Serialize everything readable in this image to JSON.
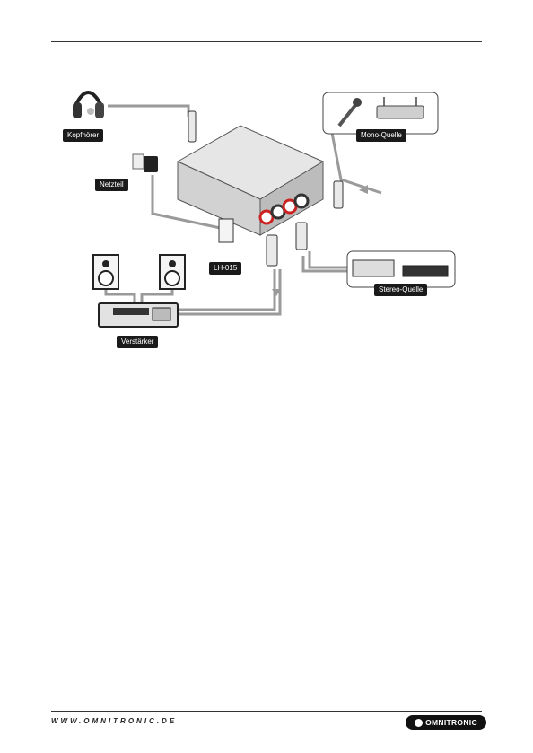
{
  "labels": {
    "headphones": "Kopfhörer",
    "mono_source": "Mono-Quelle",
    "power_supply": "Netzteil",
    "device": "LH-015",
    "stereo_source": "Stereo-Quelle",
    "amplifier": "Verstärker"
  },
  "footer": {
    "url": "WWW.OMNITRONIC.DE",
    "brand": "OMNITRONIC"
  }
}
